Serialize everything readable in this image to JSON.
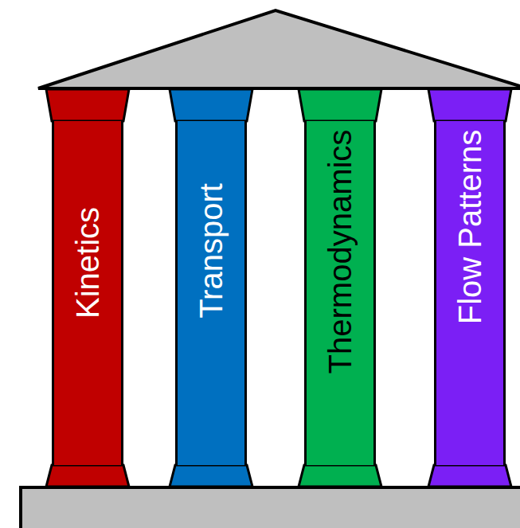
{
  "diagram": {
    "nodes": [
      {
        "text": [
          "Kinetics"
        ]
      },
      {
        "text": [
          "Transport"
        ]
      },
      {
        "text": [
          "Thermodynamics"
        ]
      },
      {
        "text": [
          "Flow Patterns"
        ]
      }
    ]
  }
}
